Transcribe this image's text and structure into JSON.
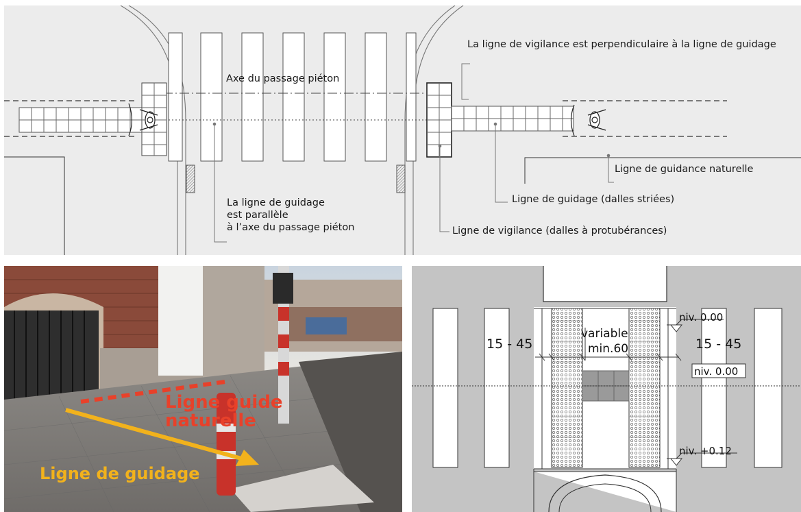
{
  "top_diagram": {
    "label_axe": "Axe du passage piéton",
    "label_perpendiculaire": "La ligne de vigilance est perpendiculaire à la ligne de guidage",
    "label_parallele": [
      "La ligne de guidage",
      "est parallèle",
      "à l’axe du passage piéton"
    ],
    "label_guidance_naturelle": "Ligne de guidance naturelle",
    "label_guidage": "Ligne de guidage (dalles striées)",
    "label_vigilance": "Ligne de vigilance (dalles à protubérances)"
  },
  "photo": {
    "naturelle_line1": "Ligne guide",
    "naturelle_line2": "naturelle",
    "guidage": "Ligne de guidage",
    "naturelle_color": "#e8412a",
    "guidage_color": "#f2b21c"
  },
  "plan": {
    "width_left": "15 - 45",
    "width_right": "15 - 45",
    "variable_line1": "variable",
    "variable_line2": "min.60",
    "niv_top": "niv. 0.00",
    "niv_mid": "niv. 0.00",
    "niv_bottom": "niv. +0.12"
  }
}
